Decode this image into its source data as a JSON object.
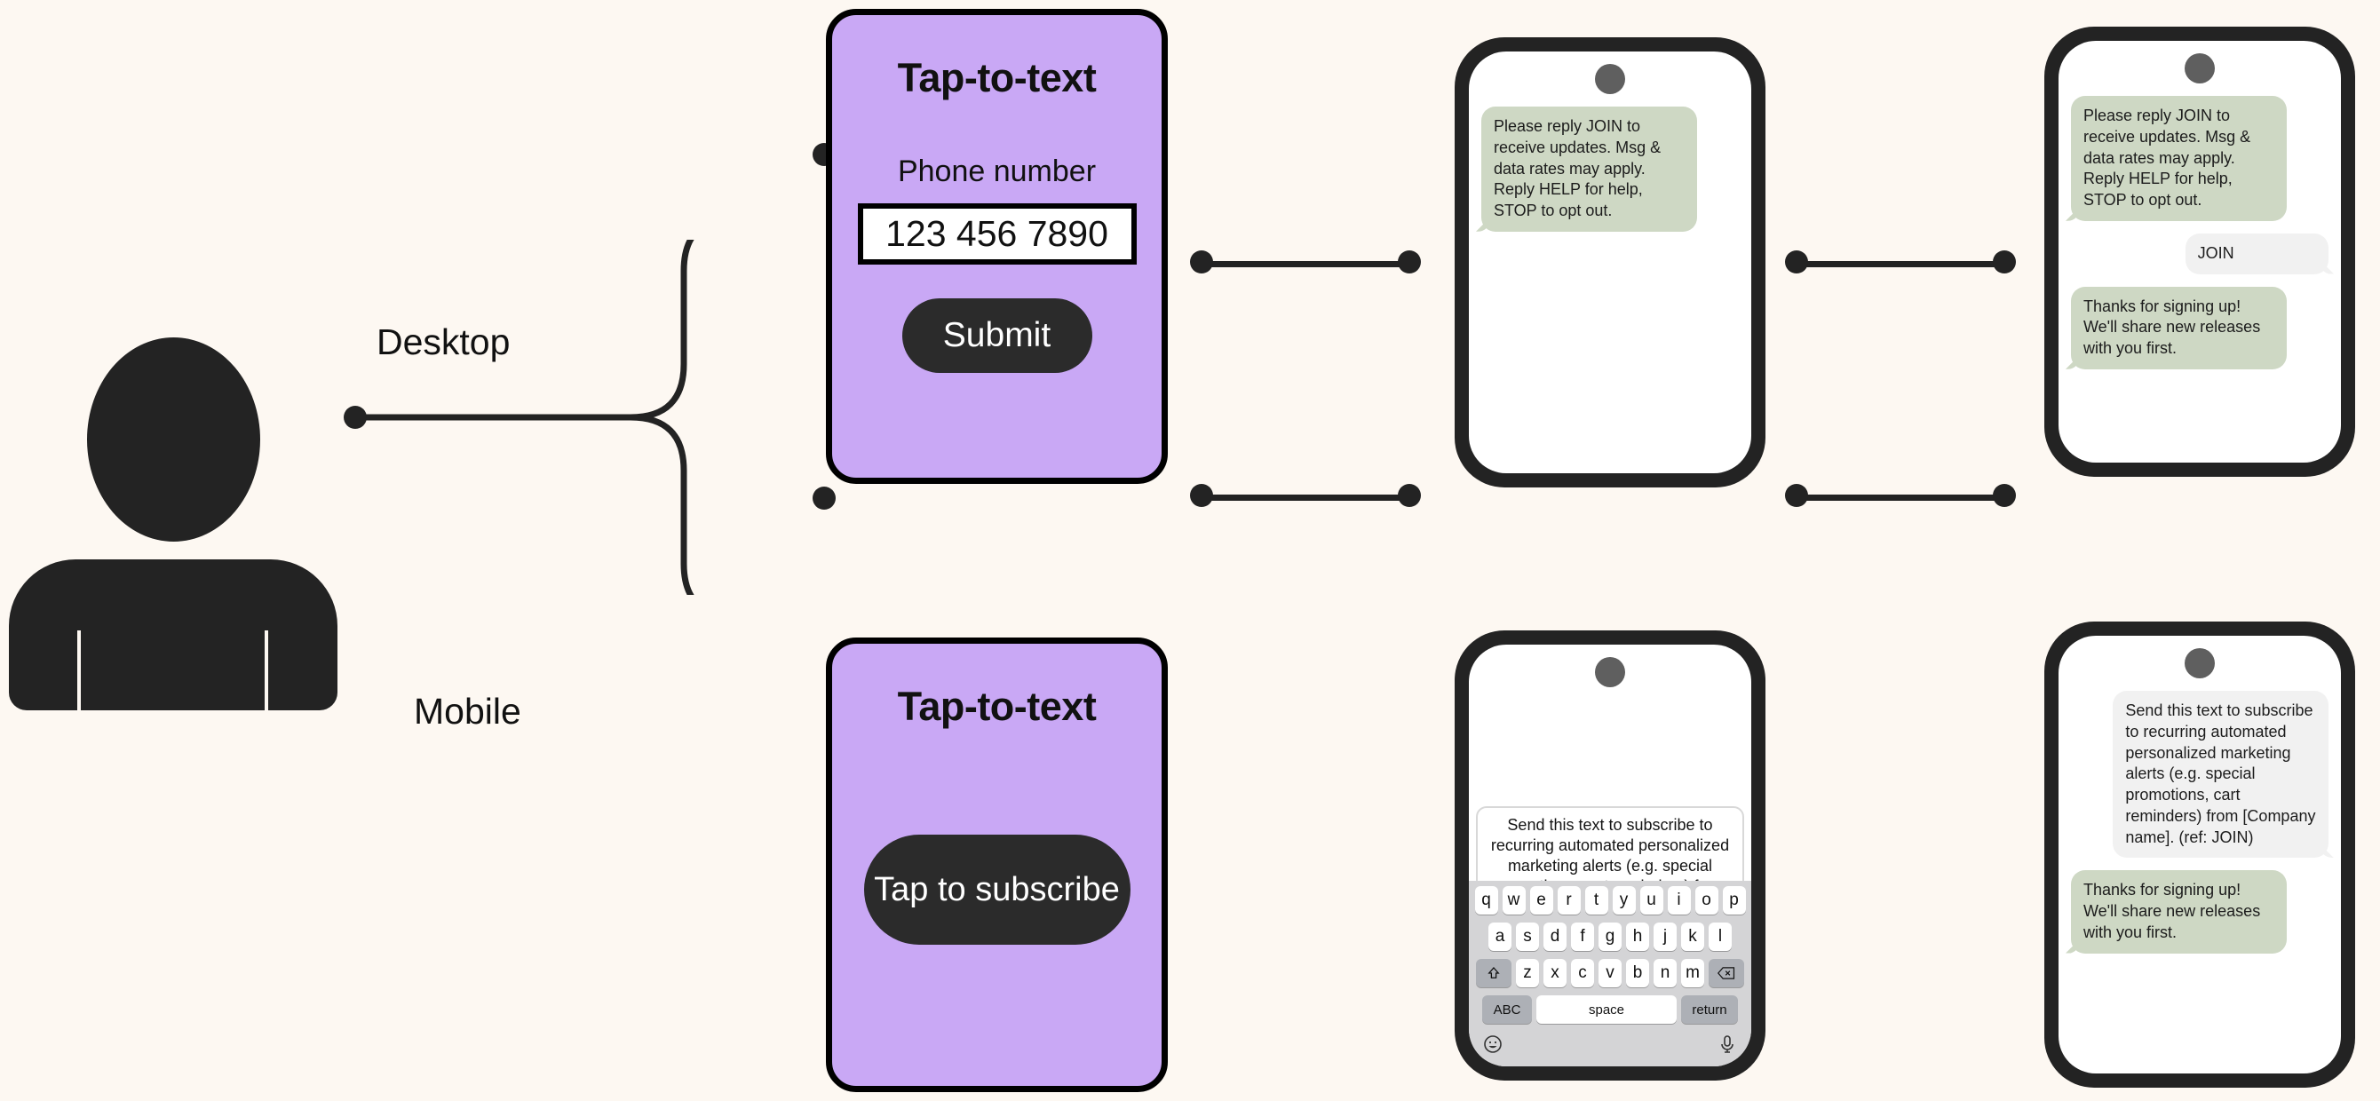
{
  "colors": {
    "background": "#fdf8f2",
    "card_purple": "#c9a8f5",
    "ink": "#232323",
    "bubble_incoming": "#ced8c4",
    "bubble_outgoing": "#f1f1f1",
    "camera_dot": "#5f5f5f",
    "keyboard_bg": "#d4d4d6"
  },
  "actor": {
    "label": "person-icon"
  },
  "branches": [
    {
      "label": "Desktop"
    },
    {
      "label": "Mobile"
    }
  ],
  "desktop_flow": {
    "card": {
      "title": "Tap-to-text",
      "field_label": "Phone number",
      "field_value": "123 456 7890",
      "submit_label": "Submit"
    },
    "phone_1": {
      "messages": [
        {
          "dir": "in",
          "text": "Please reply JOIN to receive updates. Msg & data rates may apply. Reply HELP for help, STOP to opt out."
        }
      ]
    },
    "phone_2": {
      "messages": [
        {
          "dir": "in",
          "text": "Please reply JOIN to receive updates. Msg & data rates may apply. Reply HELP for help, STOP to opt out."
        },
        {
          "dir": "out",
          "text": "JOIN"
        },
        {
          "dir": "in",
          "text": "Thanks for signing up! We'll share new releases with you first."
        }
      ]
    }
  },
  "mobile_flow": {
    "card": {
      "title": "Tap-to-text",
      "subscribe_label": "Tap to subscribe"
    },
    "phone_1": {
      "compose_text": "Send this text to subscribe to recurring automated personalized marketing alerts (e.g. special promotions, cart reminders) from [Company name]. (ref: JOIN)",
      "keyboard": {
        "row1": [
          "q",
          "w",
          "e",
          "r",
          "t",
          "y",
          "u",
          "i",
          "o",
          "p"
        ],
        "row2": [
          "a",
          "s",
          "d",
          "f",
          "g",
          "h",
          "j",
          "k",
          "l"
        ],
        "row3": [
          "z",
          "x",
          "c",
          "v",
          "b",
          "n",
          "m"
        ],
        "shift_label": "shift-icon",
        "backspace_label": "backspace-icon",
        "abc_label": "ABC",
        "space_label": "space",
        "return_label": "return",
        "emoji_label": "emoji-icon",
        "mic_label": "microphone-icon"
      }
    },
    "phone_2": {
      "messages": [
        {
          "dir": "out",
          "text": "Send this text to subscribe to recurring automated personalized marketing alerts (e.g. special promotions, cart reminders) from [Company name]. (ref: JOIN)"
        },
        {
          "dir": "in",
          "text": "Thanks for signing up! We'll share new releases with you first."
        }
      ]
    }
  }
}
